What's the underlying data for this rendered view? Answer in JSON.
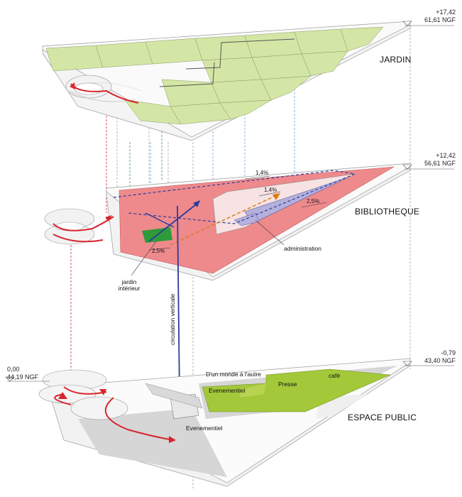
{
  "levels": {
    "top": {
      "alt1": "+17,42",
      "alt2": "61,61 NGF"
    },
    "mid": {
      "alt1": "+12,42",
      "alt2": "56,61 NGF"
    },
    "low": {
      "alt1": "-0,79",
      "alt2": "43,40 NGF"
    },
    "ground": {
      "alt1": "0,00",
      "alt2": "44,19 NGF"
    }
  },
  "zones": {
    "jardin": "JARDIN",
    "bibliotheque": "BIBLIOTHEQUE",
    "espace_public": "ESPACE PUBLIC"
  },
  "labels": {
    "administration": "administration",
    "jardin_interieur_1": "jardin",
    "jardin_interieur_2": "intérieur",
    "circulation": "circulation verticale",
    "monde": "D'un monde à l'autre",
    "presse": "Presse",
    "cafe": "café",
    "evenementiel_green": "Evenementiel",
    "evenementiel_grey": "Evenementiel"
  },
  "slopes": {
    "s1": "1,4%",
    "s2": "1,4%",
    "s3": "2,5%",
    "s4": "2,5%"
  },
  "colors": {
    "garden": "#d4e6a5",
    "library": "#ee8a8c",
    "public_grey": "#d6d6d6",
    "public_green": "#a3c83a",
    "red_arrow": "#d8252c",
    "blue_circ": "#2b3b9b",
    "green_patch": "#2e9a3a",
    "orange_dash": "#e07a17"
  }
}
